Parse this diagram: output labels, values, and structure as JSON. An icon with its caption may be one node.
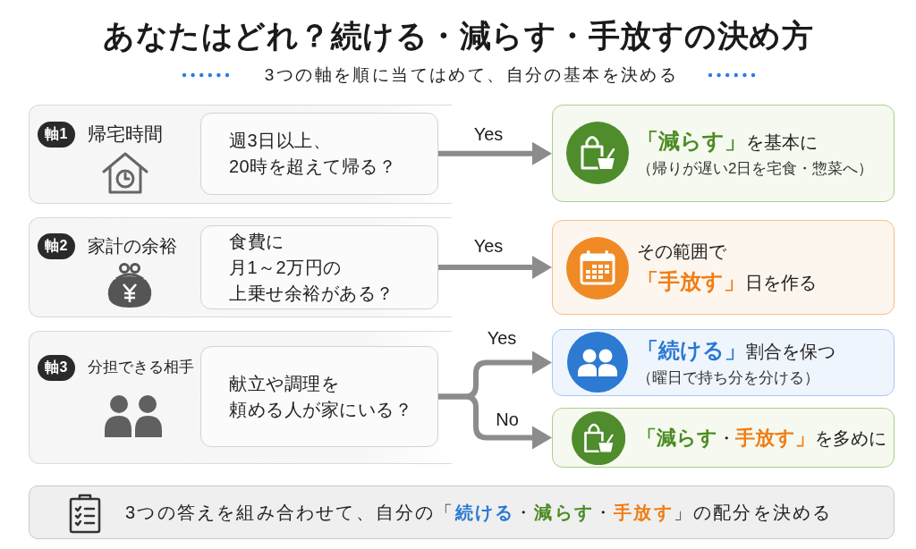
{
  "diagram": {
    "title": "あなたはどれ？続ける・減らす・手放すの決め方",
    "nodes": [
      {
        "text": [
          "帰宅時間"
        ]
      },
      {
        "text": [
          "軸1"
        ],
        "in": 0
      },
      {
        "text": [
          "週3日以上、20時を超えて帰る？"
        ],
        "in": 0
      },
      {
        "text": [
          "**「減らす」**を基本に",
          "（帰りが遅い2日を宅食・惣菜へ）"
        ]
      },
      {
        "text": [
          "家計の余裕"
        ]
      },
      {
        "text": [
          "軸2"
        ],
        "in": 4
      },
      {
        "text": [
          "食費に月1～2万円の上乗せ余裕がある？"
        ],
        "in": 4
      },
      {
        "text": [
          "その範囲で**「手放す」**日を作る"
        ]
      },
      {
        "text": [
          "分担できる相手"
        ]
      },
      {
        "text": [
          "軸3"
        ],
        "in": 8
      },
      {
        "text": [
          "献立や調理を頼める人が家にいる？"
        ],
        "in": 8
      },
      {
        "text": [
          "**「続ける」**割合を保つ",
          "（曜日で持ち分を分ける）"
        ]
      },
      {
        "text": [
          "**「減らす**・**手放す」**を多めに"
        ]
      },
      {
        "text": [
          "3つの答えを組み合わせて、自分の「**続ける**・**減らす**・**手放す**」の配分を決める"
        ]
      }
    ],
    "edges": [
      {
        "from": 2,
        "to": 3,
        "arrow": "to",
        "label": "Yes"
      },
      {
        "from": 6,
        "to": 7,
        "arrow": "to",
        "label": "Yes"
      },
      {
        "from": 10,
        "to": 11,
        "arrow": "to",
        "label": "Yes"
      },
      {
        "from": 10,
        "to": 12,
        "arrow": "to",
        "label": "No"
      }
    ],
    "labels": [
      "3つの軸を順に当てはめて、自分の基本を決める"
    ]
  }
}
